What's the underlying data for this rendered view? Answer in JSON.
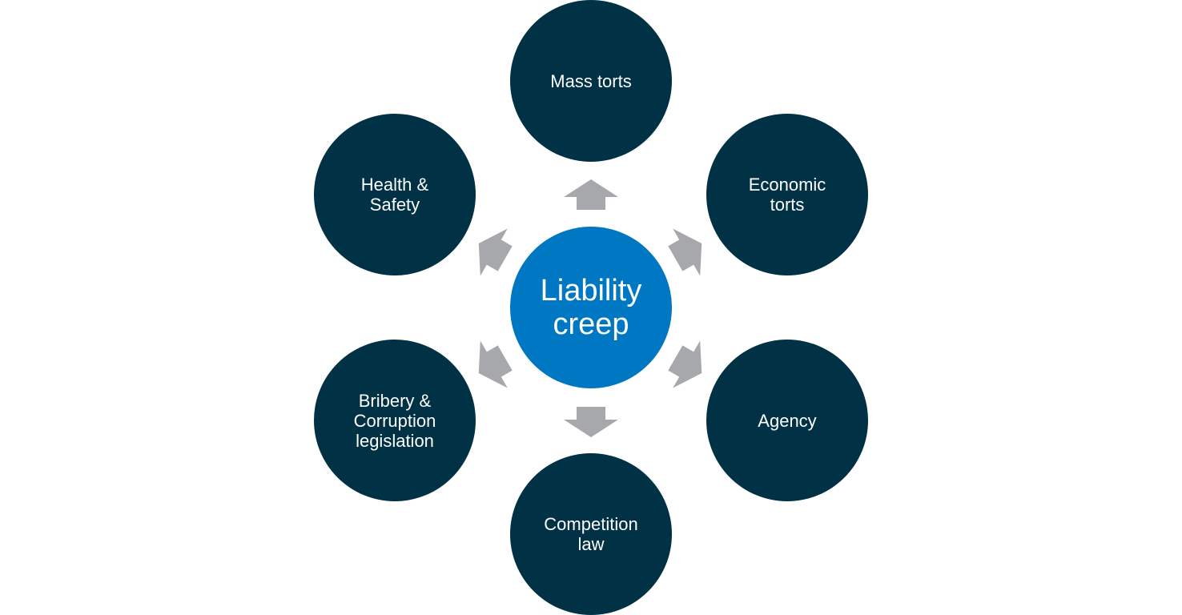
{
  "diagram": {
    "hub": {
      "label": "Liability\ncreep",
      "color": "#0077c2"
    },
    "node_color": "#003145",
    "arrow_color": "#a6a8ab",
    "nodes": [
      {
        "id": "mass-torts",
        "label": "Mass torts"
      },
      {
        "id": "economic-torts",
        "label": "Economic\ntorts"
      },
      {
        "id": "agency",
        "label": "Agency"
      },
      {
        "id": "competition-law",
        "label": "Competition\nlaw"
      },
      {
        "id": "bribery-corruption",
        "label": "Bribery &\nCorruption\nlegislation"
      },
      {
        "id": "health-safety",
        "label": "Health &\nSafety"
      }
    ]
  }
}
